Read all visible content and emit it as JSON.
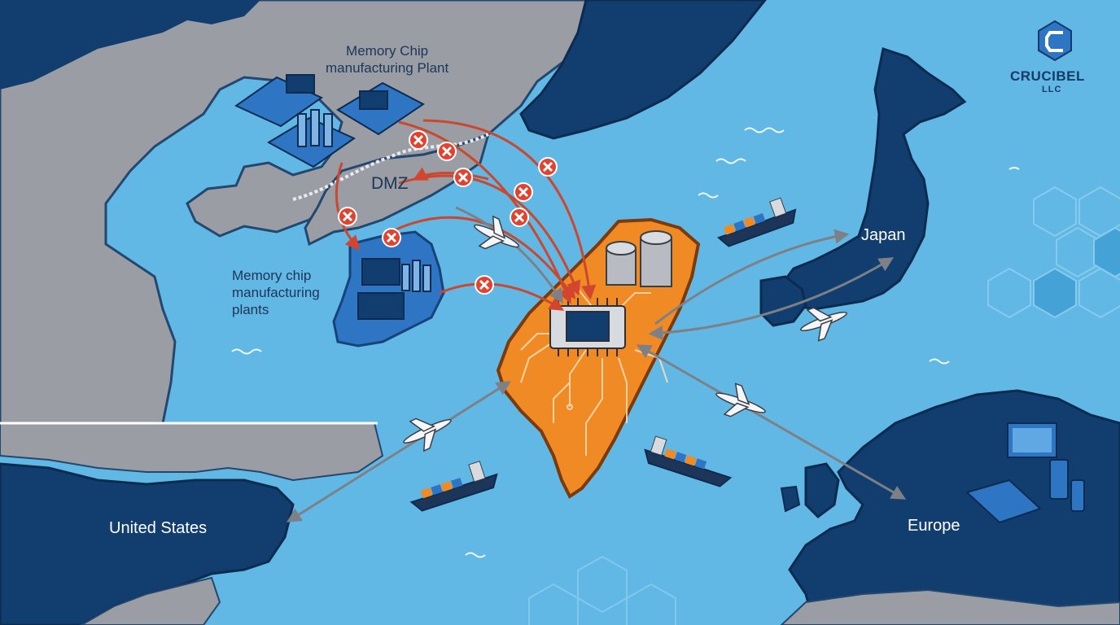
{
  "brand": {
    "name": "CRUCIBEL",
    "suffix": "LLC",
    "icon": "crucible-logo-icon"
  },
  "labels": {
    "memory_plant_north": [
      "Memory Chip",
      "manufacturing Plant"
    ],
    "memory_plants_south": [
      "Memory chip",
      "manufacturing",
      "plants"
    ],
    "dmz": "DMZ",
    "japan": "Japan",
    "united_states": "United States",
    "europe": "Europe"
  },
  "colors": {
    "ocean": "#62b8e4",
    "land_gray": "#9a9ea4",
    "land_navy": "#123e6f",
    "taiwan_orange": "#f08a24",
    "blocked_red": "#e0432f",
    "route_gray": "#8c8f95",
    "plant_blue": "#2e75c4"
  },
  "icons": [
    "microchip-icon",
    "airplane-icon",
    "cargo-ship-icon",
    "blocked-x-icon",
    "factory-silo-icon",
    "laptop-icon",
    "tablet-icon",
    "phone-icon",
    "wave-icon",
    "hexagon-pattern"
  ]
}
